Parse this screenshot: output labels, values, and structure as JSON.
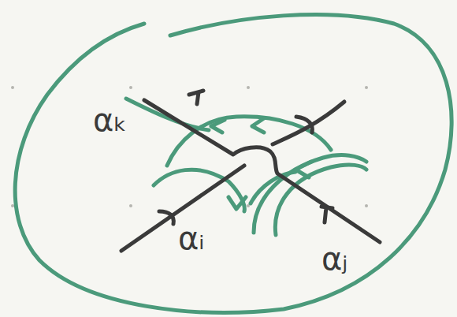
{
  "diagram": {
    "labels": [
      "αₖ",
      "αᵢ",
      "αⱼ"
    ]
  }
}
